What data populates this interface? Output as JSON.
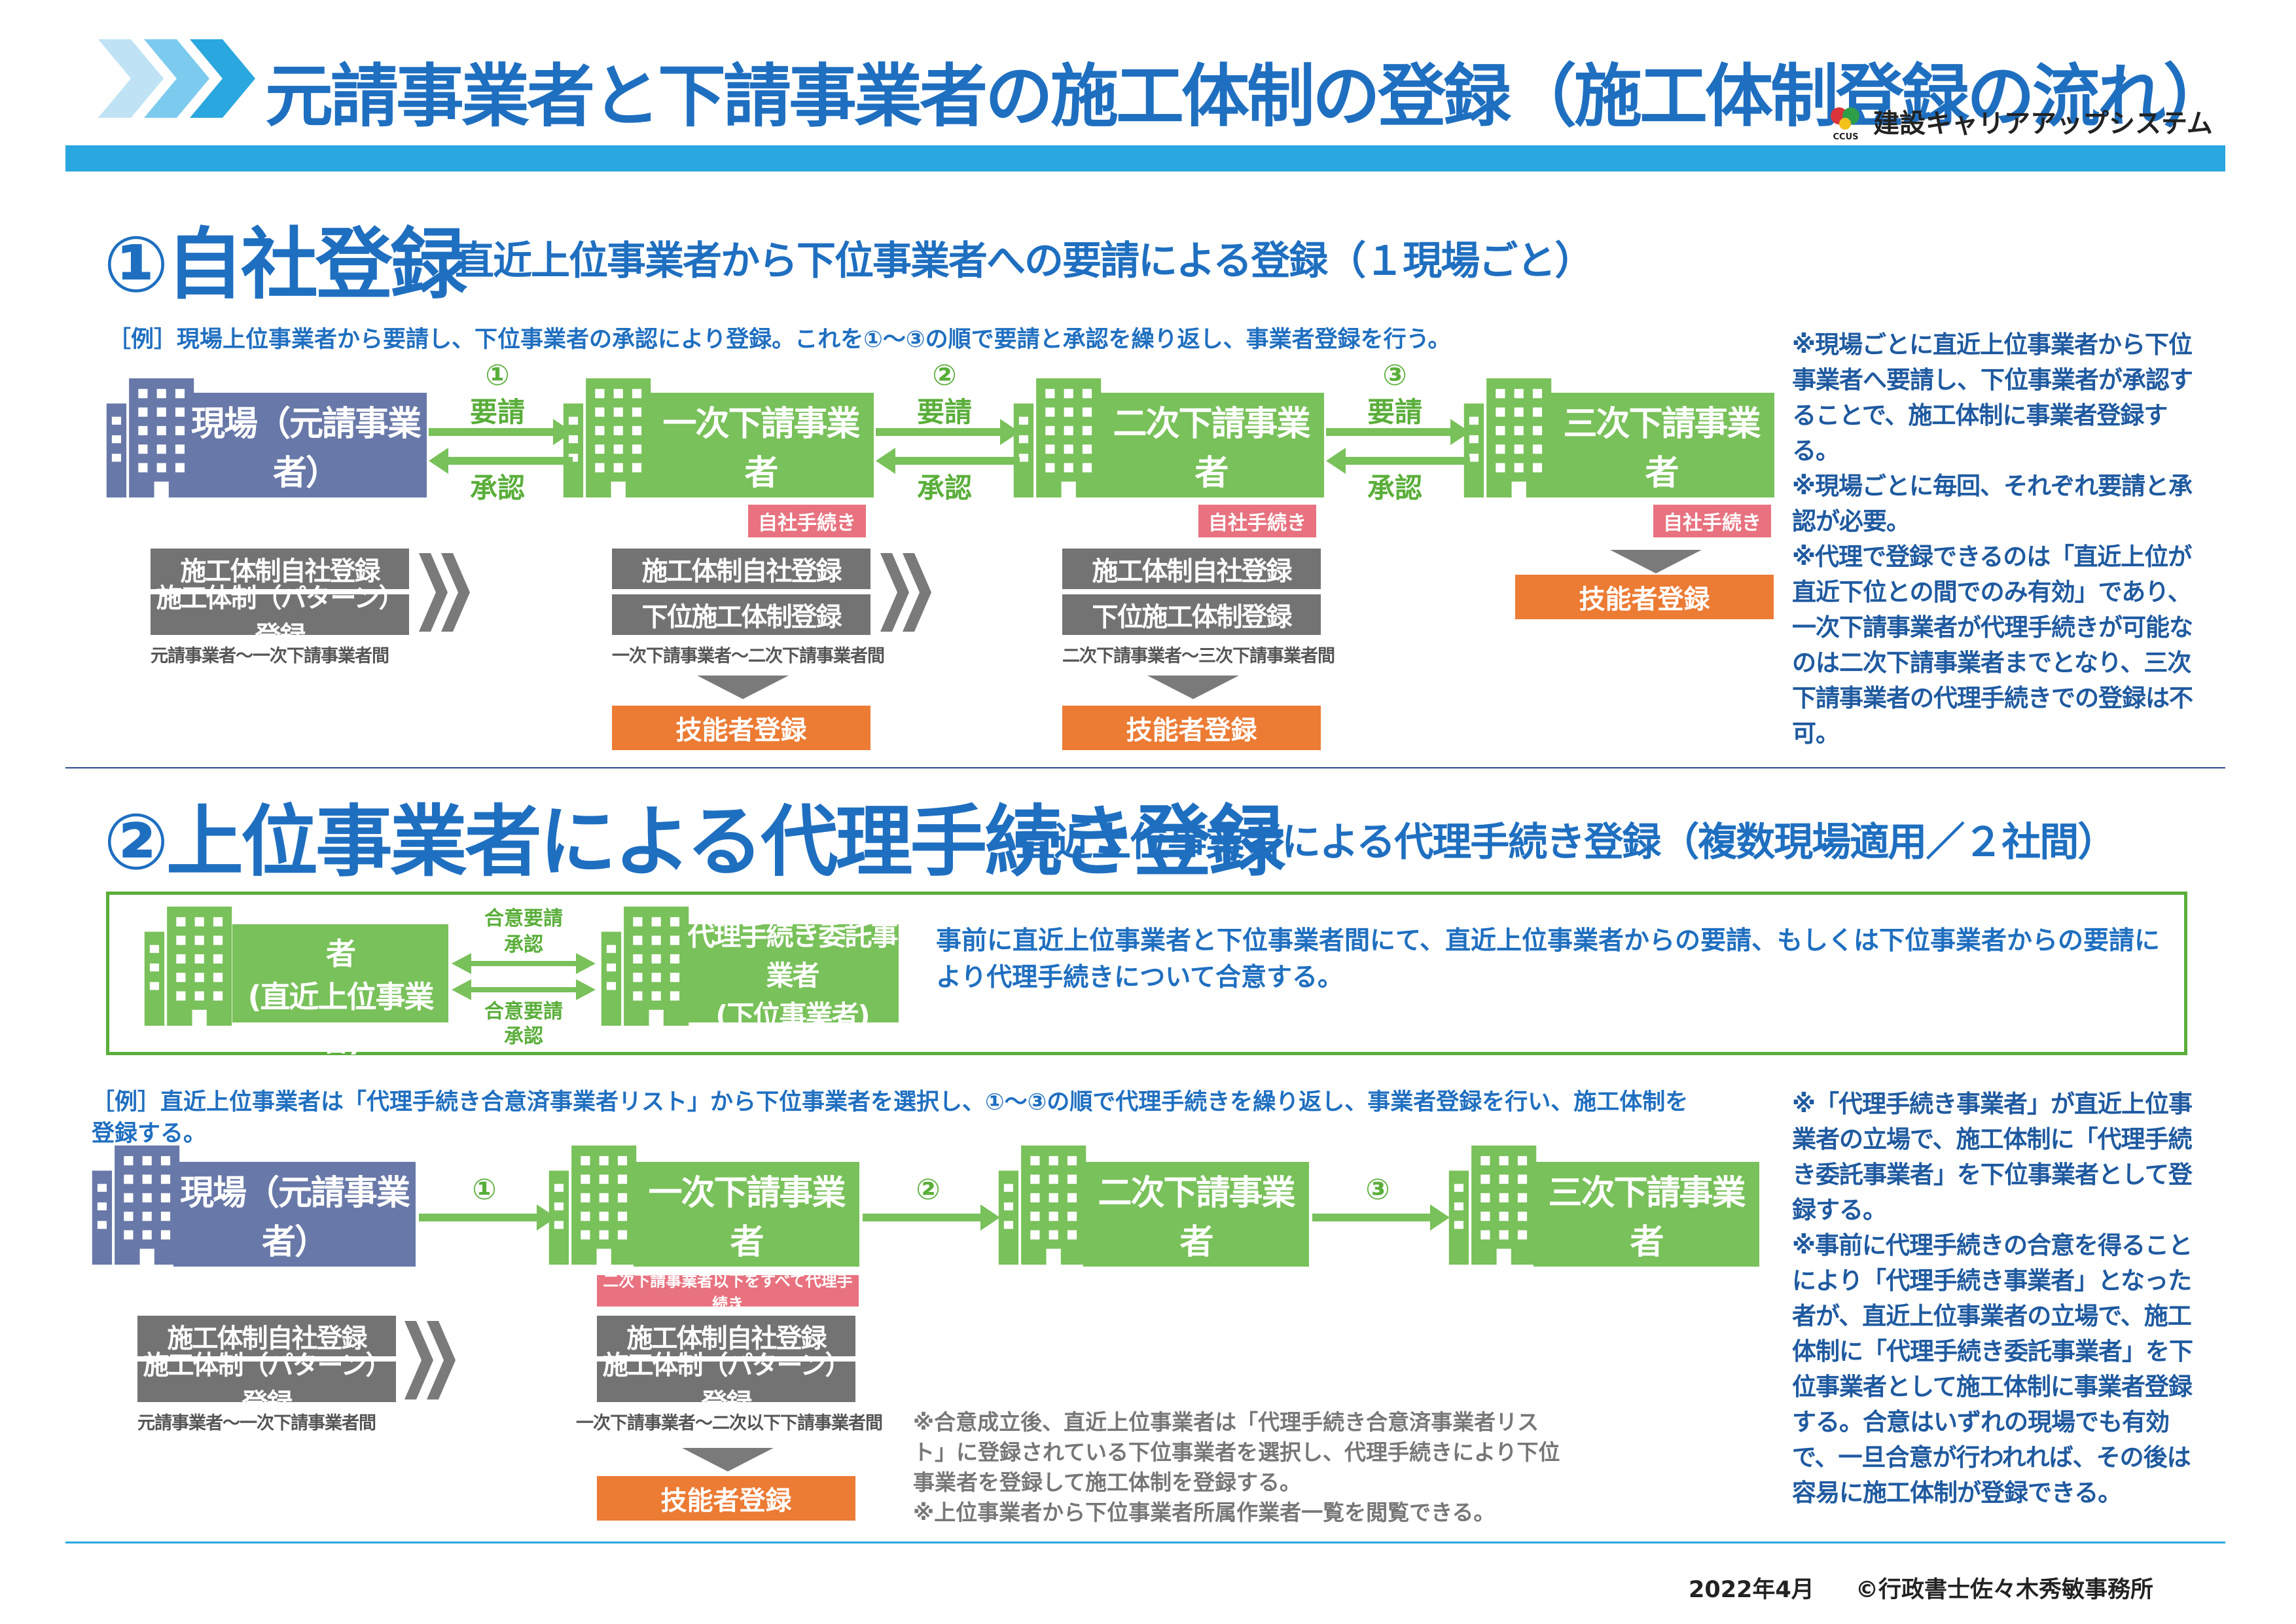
{
  "header": {
    "title": "元請事業者と下請事業者の施工体制の登録（施工体制登録の流れ）",
    "logo_mark": "CCUS",
    "logo_text": "建設キャリアアップシステム"
  },
  "colors": {
    "blue": "#1f6fc0",
    "light_blue": "#2aa7de",
    "green": "#79c15a",
    "navy": "#6878a8",
    "gray": "#737373",
    "orange": "#ec7b34",
    "pink": "#e8727f"
  },
  "sec1": {
    "title": "①自社登録",
    "subtitle": "直近上位事業者から下位事業者への要請による登録（１現場ごと）",
    "example": "［例］現場上位事業者から要請し、下位事業者の承認により登録。これを①～③の順で要請と承認を繰り返し、事業者登録を行う。",
    "site": "現場（元請事業者）",
    "sub1": "一次下請事業者",
    "sub2": "二次下請事業者",
    "sub3": "三次下請事業者",
    "n1": "①",
    "n2": "②",
    "n3": "③",
    "req": "要請",
    "app": "承認",
    "self": "自社手続き",
    "jishasha": "施工体制自社登録",
    "pattern": "施工体制（パターン）登録",
    "kai": "下位施工体制登録",
    "gino": "技能者登録",
    "cap0": "元請事業者～一次下請事業者間",
    "cap1": "一次下請事業者～二次下請事業者間",
    "cap2": "二次下請事業者～三次下請事業者間",
    "note": "※現場ごとに直近上位事業者から下位事業者へ要請し、下位事業者が承認することで、施工体制に事業者登録する。\n※現場ごとに毎回、それぞれ要請と承認が必要。\n※代理で登録できるのは「直近上位が直近下位との間でのみ有効」であり、一次下請事業者が代理手続きが可能なのは二次下請事業者までとなり、三次下請事業者の代理手続きでの登録は不可。"
  },
  "sec2": {
    "title": "②上位事業者による代理手続き登録",
    "subtitle": "直近上位事業者による代理手続き登録（複数現場適用／２社間）",
    "agent_line1": "代理手続き事業者",
    "agent_line2": "(直近上位事業者)",
    "client_line1": "代理手続き委託事業者",
    "client_line2": "(下位事業者)",
    "agree_req": "合意要請",
    "agree_app": "承認",
    "desc": "事前に直近上位事業者と下位事業者間にて、直近上位事業者からの要請、もしくは下位事業者からの要請により代理手続きについて合意する。",
    "example": "［例］直近上位事業者は「代理手続き合意済事業者リスト」から下位事業者を選択し、①～③の順で代理手続きを繰り返し、事業者登録を行い、施工体制を登録する。",
    "all_proxy": "二次下請事業者以下をすべて代理手続き",
    "cap1": "一次下請事業者～二次以下下請事業者間",
    "gray_note": "※合意成立後、直近上位事業者は「代理手続き合意済事業者リスト」に登録されている下位事業者を選択し、代理手続きにより下位事業者を登録して施工体制を登録する。\n※上位事業者から下位事業者所属作業者一覧を閲覧できる。",
    "note": "※「代理手続き事業者」が直近上位事業者の立場で、施工体制に「代理手続き委託事業者」を下位事業者として登録する。\n※事前に代理手続きの合意を得ることにより「代理手続き事業者」となった者が、直近上位事業者の立場で、施工体制に「代理手続き委託事業者」を下位事業者として施工体制に事業者登録する。合意はいずれの現場でも有効で、一旦合意が行われれば、その後は容易に施工体制が登録できる。"
  },
  "footer": {
    "date": "2022年4月",
    "copyright": "©行政書士佐々木秀敏事務所"
  }
}
